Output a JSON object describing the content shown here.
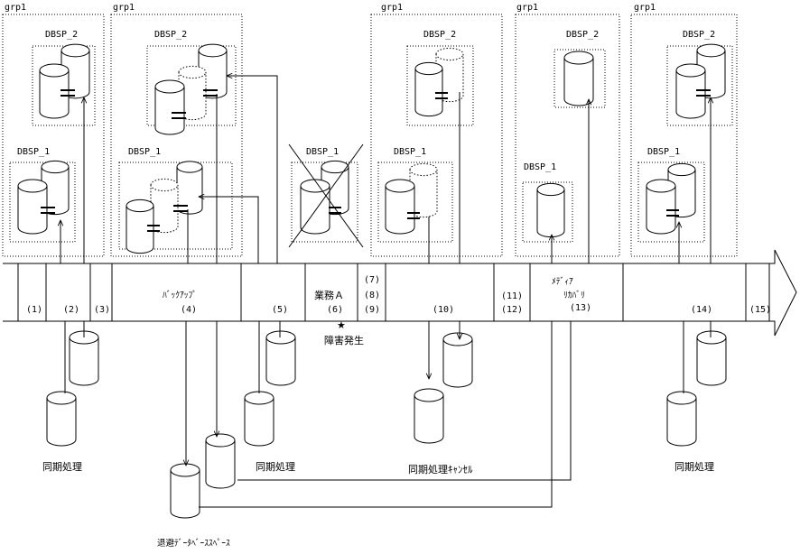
{
  "group_label": "grp1",
  "dbsp1_label": "DBSP_1",
  "dbsp2_label": "DBSP_2",
  "phases": [
    "(1)",
    "(2)",
    "(3)",
    "(4)",
    "(5)",
    "(6)",
    "(7)",
    "(8)",
    "(9)",
    "(10)",
    "(11)",
    "(12)",
    "(13)",
    "(14)",
    "(15)"
  ],
  "phase_titles": {
    "backup": "ﾊﾞｯｸｱｯﾌﾟ",
    "business_a": "業務Ａ",
    "media_recovery_line1": "ﾒﾃﾞｨｱ",
    "media_recovery_line2": "ﾘｶﾊﾞﾘ"
  },
  "failure_label": "障害発生",
  "failure_mark": "★",
  "labels": {
    "sync_1": "同期処理",
    "sync_2": "同期処理",
    "sync_cancel": "同期処理ｷｬﾝｾﾙ",
    "sync_3": "同期処理",
    "save_space": "退避ﾃﾞｰﾀﾍﾞｰｽｽﾍﾟｰｽ"
  },
  "colors": {
    "line": "#000000",
    "background": "#ffffff"
  }
}
